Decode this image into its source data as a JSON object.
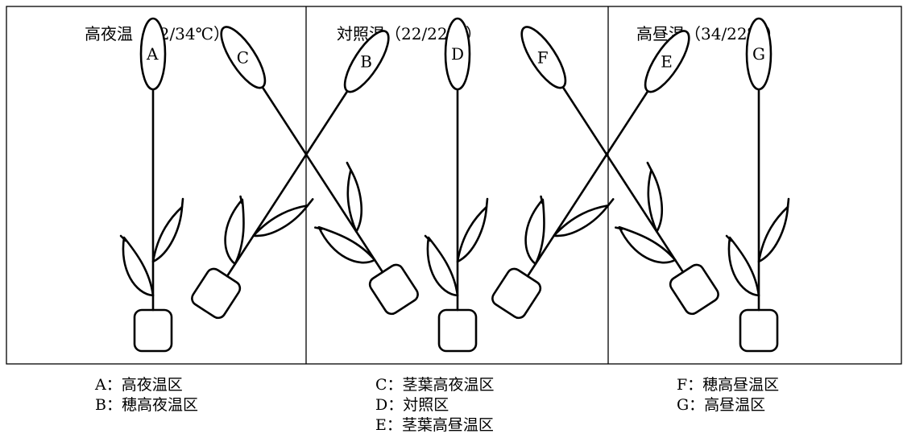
{
  "zones": [
    {
      "title": "高夜温（22/34℃）"
    },
    {
      "title": "対照温（22/22℃）"
    },
    {
      "title": "高昼温（34/22℃）"
    }
  ],
  "plants": [
    "A",
    "B",
    "C",
    "D",
    "E",
    "F",
    "G"
  ],
  "legend": {
    "col1": [
      "A：高夜温区",
      "B：穂高夜温区"
    ],
    "col2": [
      "C：茎葉高夜温区",
      "D：対照区",
      "E：茎葉高昼温区"
    ],
    "col3": [
      "F：穂高昼温区",
      "G：高昼温区"
    ]
  }
}
